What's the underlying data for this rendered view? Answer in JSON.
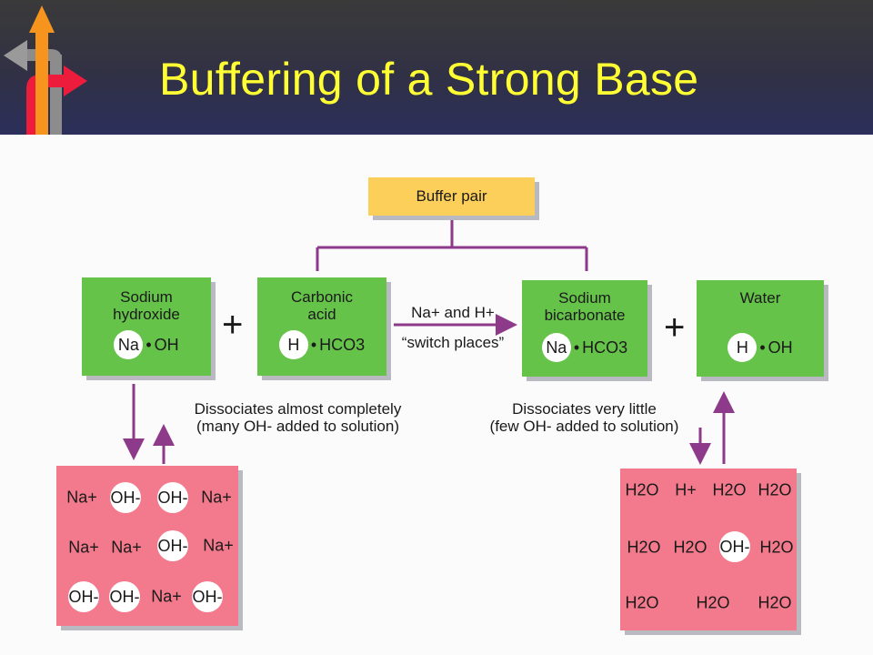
{
  "slide": {
    "title": "Buffering of a Strong Base",
    "accent_color": "#ffff33",
    "nav_icon": "back-forward-arrows-icon"
  },
  "diagram": {
    "buffer_pair_label": "Buffer pair",
    "boxes": {
      "sodium_hydroxide": {
        "name_line1": "Sodium",
        "name_line2": "hydroxide",
        "circled": "Na",
        "rest": "OH"
      },
      "carbonic_acid": {
        "name_line1": "Carbonic",
        "name_line2": "acid",
        "circled": "H",
        "rest": "HCO3"
      },
      "sodium_bicarbonate": {
        "name_line1": "Sodium",
        "name_line2": "bicarbonate",
        "circled": "Na",
        "rest": "HCO3"
      },
      "water": {
        "name_line1": "Water",
        "name_line2": "",
        "circled": "H",
        "rest": "OH"
      }
    },
    "plus_sign": "+",
    "dot_glyph": "•",
    "reaction_arrow_label_line1": "Na+ and H+",
    "reaction_arrow_label_line2": "“switch places”",
    "left_note_line1": "Dissociates almost completely",
    "left_note_line2": "(many OH- added to solution)",
    "right_note_line1": "Dissociates very little",
    "right_note_line2": "(few OH- added to solution)",
    "left_solution_ions": [
      [
        "Na+",
        "OH-",
        "OH-",
        "Na+"
      ],
      [
        "Na+",
        "Na+",
        "OH-",
        "Na+"
      ],
      [
        "OH-",
        "OH-",
        "Na+",
        "OH-"
      ]
    ],
    "right_solution_ions": [
      [
        "H2O",
        "H+",
        "H2O",
        "H2O"
      ],
      [
        "H2O",
        "H2O",
        "OH-",
        "H2O"
      ],
      [
        "H2O",
        "H2O",
        "H2O"
      ]
    ],
    "colors": {
      "molecule_box": "#66c34a",
      "solution_box": "#f27a8c",
      "label_box": "#fccf5a",
      "arrow": "#8e3a8a"
    }
  }
}
